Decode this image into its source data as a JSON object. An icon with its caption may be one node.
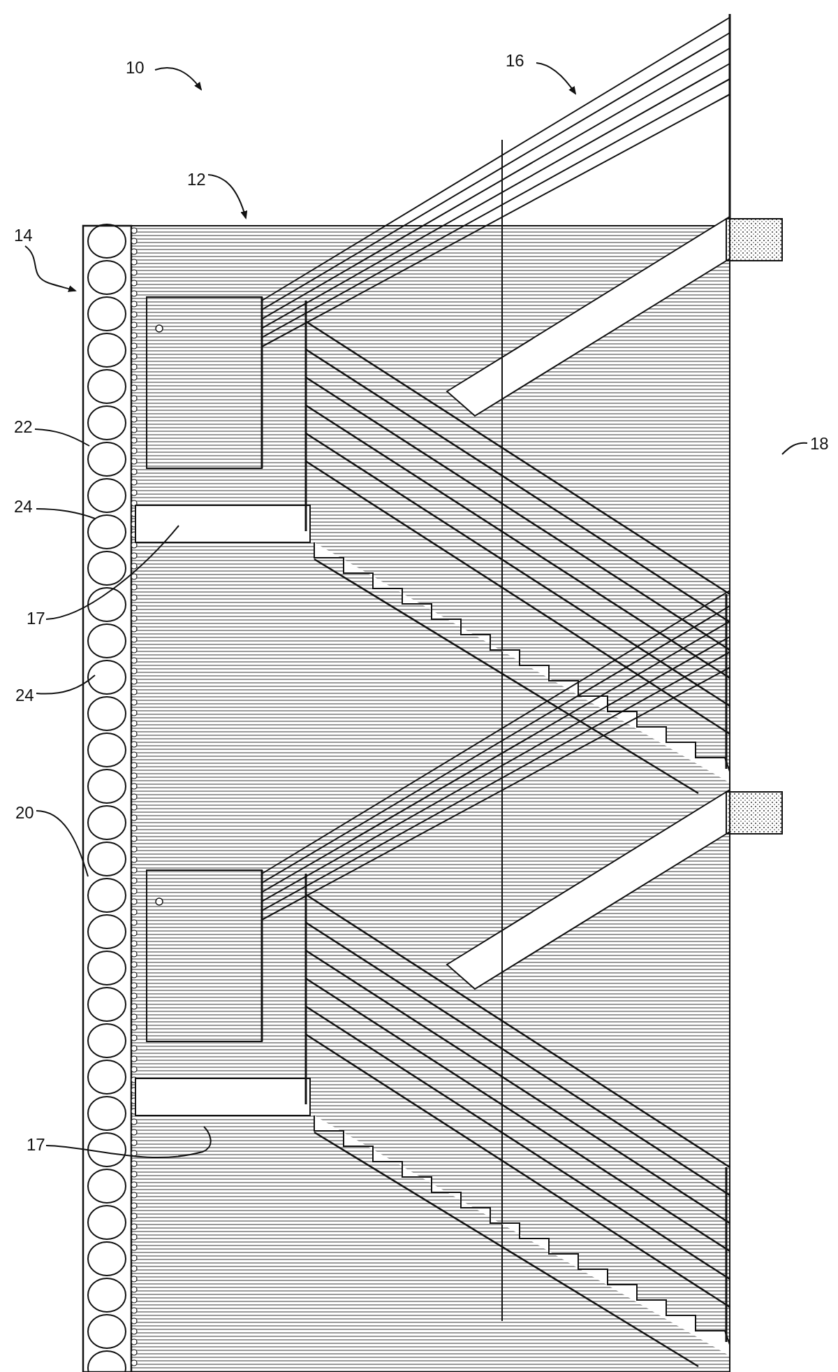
{
  "diagram": {
    "nodes": [
      {
        "text": [
          "10"
        ]
      },
      {
        "text": [
          "16"
        ]
      },
      {
        "text": [
          "12"
        ]
      },
      {
        "text": [
          "14"
        ]
      },
      {
        "text": [
          "22"
        ]
      },
      {
        "text": [
          "24"
        ]
      },
      {
        "text": [
          "17"
        ]
      },
      {
        "text": [
          "24"
        ]
      },
      {
        "text": [
          "20"
        ]
      },
      {
        "text": [
          "17"
        ]
      },
      {
        "text": [
          "18"
        ]
      }
    ],
    "edges": [
      {
        "from": 0,
        "to": null,
        "arrow": "to"
      },
      {
        "from": 1,
        "to": null,
        "arrow": "to"
      },
      {
        "from": 2,
        "to": null,
        "arrow": "to"
      },
      {
        "from": 3,
        "to": null,
        "arrow": "to"
      },
      {
        "from": 4,
        "to": null,
        "arrow": "none"
      },
      {
        "from": 5,
        "to": null,
        "arrow": "none"
      },
      {
        "from": 6,
        "to": null,
        "arrow": "none"
      },
      {
        "from": 7,
        "to": null,
        "arrow": "none"
      },
      {
        "from": 8,
        "to": null,
        "arrow": "none"
      },
      {
        "from": 9,
        "to": null,
        "arrow": "none"
      },
      {
        "from": 10,
        "to": null,
        "arrow": "none"
      }
    ]
  }
}
